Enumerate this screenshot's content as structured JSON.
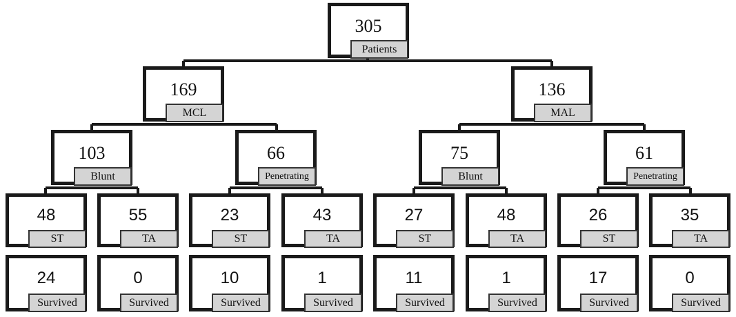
{
  "tree": {
    "root": {
      "count": "305",
      "label": "Patients"
    },
    "mcl": {
      "count": "169",
      "label": "MCL"
    },
    "mal": {
      "count": "136",
      "label": "MAL"
    },
    "mcl_blunt": {
      "count": "103",
      "label": "Blunt"
    },
    "mcl_pen": {
      "count": "66",
      "label": "Penetrating"
    },
    "mal_blunt": {
      "count": "75",
      "label": "Blunt"
    },
    "mal_pen": {
      "count": "61",
      "label": "Penetrating"
    },
    "leaves": [
      {
        "count": "48",
        "label": "ST"
      },
      {
        "count": "55",
        "label": "TA"
      },
      {
        "count": "23",
        "label": "ST"
      },
      {
        "count": "43",
        "label": "TA"
      },
      {
        "count": "27",
        "label": "ST"
      },
      {
        "count": "48",
        "label": "TA"
      },
      {
        "count": "26",
        "label": "ST"
      },
      {
        "count": "35",
        "label": "TA"
      }
    ],
    "survived": [
      {
        "count": "24",
        "label": "Survived"
      },
      {
        "count": "0",
        "label": "Survived"
      },
      {
        "count": "10",
        "label": "Survived"
      },
      {
        "count": "1",
        "label": "Survived"
      },
      {
        "count": "11",
        "label": "Survived"
      },
      {
        "count": "1",
        "label": "Survived"
      },
      {
        "count": "17",
        "label": "Survived"
      },
      {
        "count": "0",
        "label": "Survived"
      }
    ]
  }
}
